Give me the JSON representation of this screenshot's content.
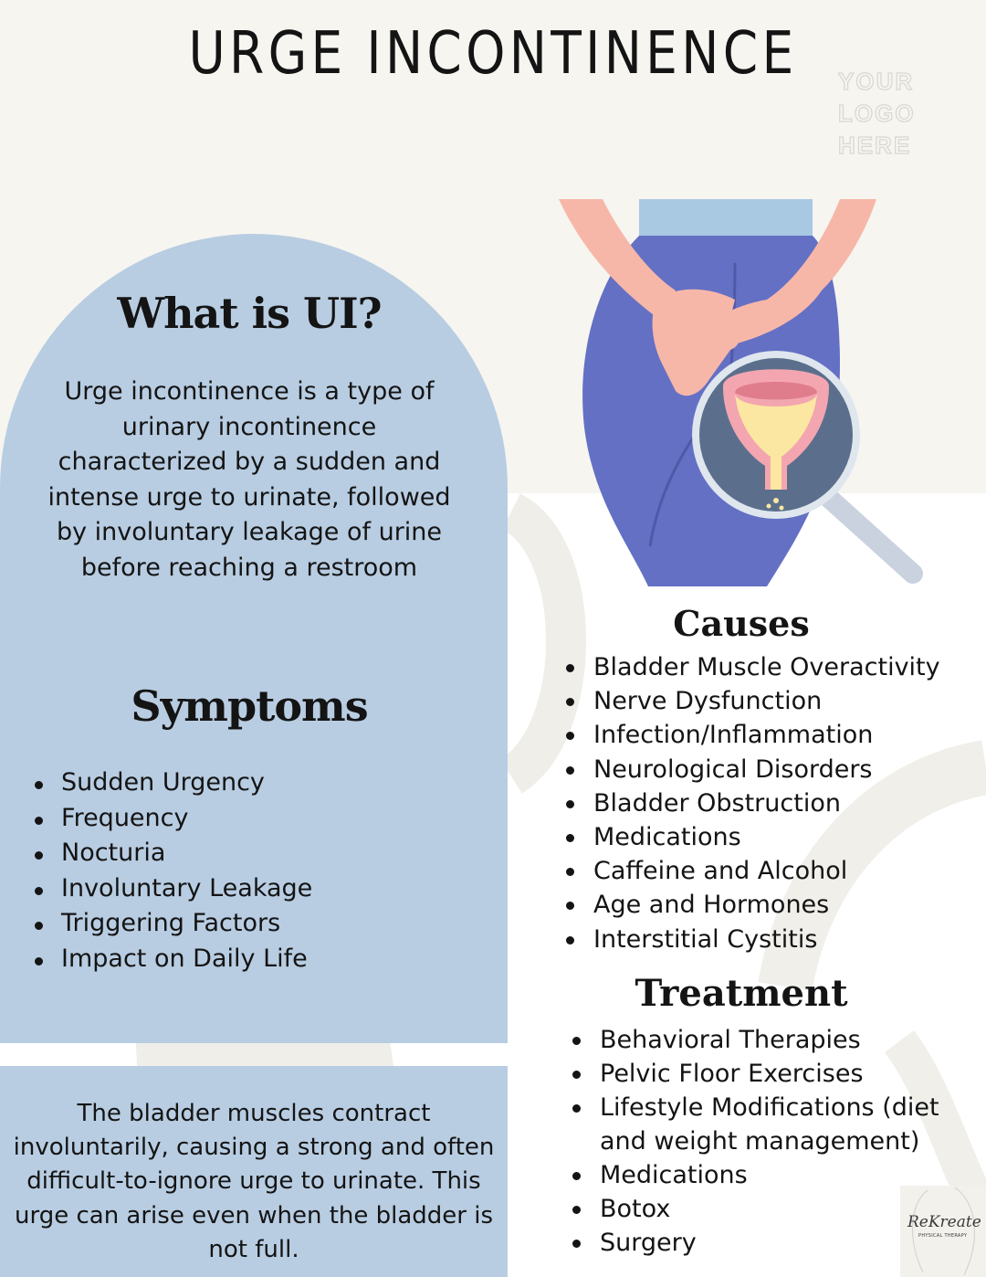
{
  "title": "URGE INCONTINENCE",
  "logo": {
    "lines": [
      "YOUR",
      "LOGO",
      "HERE"
    ]
  },
  "what_is": {
    "heading": "What is UI?",
    "text": "Urge incontinence is a type of urinary incontinence characterized by a sudden and intense urge to urinate, followed by involuntary leakage of urine before reaching a restroom"
  },
  "symptoms": {
    "heading": "Symptoms",
    "items": [
      "Sudden Urgency",
      "Frequency",
      "Nocturia",
      "Involuntary Leakage",
      "Triggering Factors",
      "Impact on Daily Life"
    ]
  },
  "explanation": {
    "text": "The bladder muscles contract involuntarily, causing a strong and often difficult-to-ignore urge to urinate. This urge can arise even when the bladder is not full."
  },
  "causes": {
    "heading": "Causes",
    "items": [
      "Bladder Muscle Overactivity",
      "Nerve Dysfunction",
      "Infection/Inflammation",
      "Neurological Disorders",
      "Bladder Obstruction",
      "Medications",
      "Caffeine and Alcohol",
      "Age and Hormones",
      "Interstitial Cystitis"
    ]
  },
  "treatment": {
    "heading": "Treatment",
    "items": [
      "Behavioral Therapies",
      "Pelvic Floor Exercises",
      "Lifestyle Modifications (diet and weight management)",
      "Medications",
      "Botox",
      "Surgery"
    ]
  },
  "brand": {
    "name": "ReKreate",
    "tagline": "PHYSICAL THERAPY"
  },
  "colors": {
    "background": "#f6f5f0",
    "panel_blue": "#b8cde2",
    "pants": "#6470c4",
    "skin": "#f7b7a8",
    "shirt": "#a9c8e2",
    "magnifier": "#5b6f8d",
    "bladder_wall": "#f3a6b0",
    "urine": "#fbe7a1"
  },
  "icons": [
    "magnifier-icon",
    "bladder-icon"
  ]
}
